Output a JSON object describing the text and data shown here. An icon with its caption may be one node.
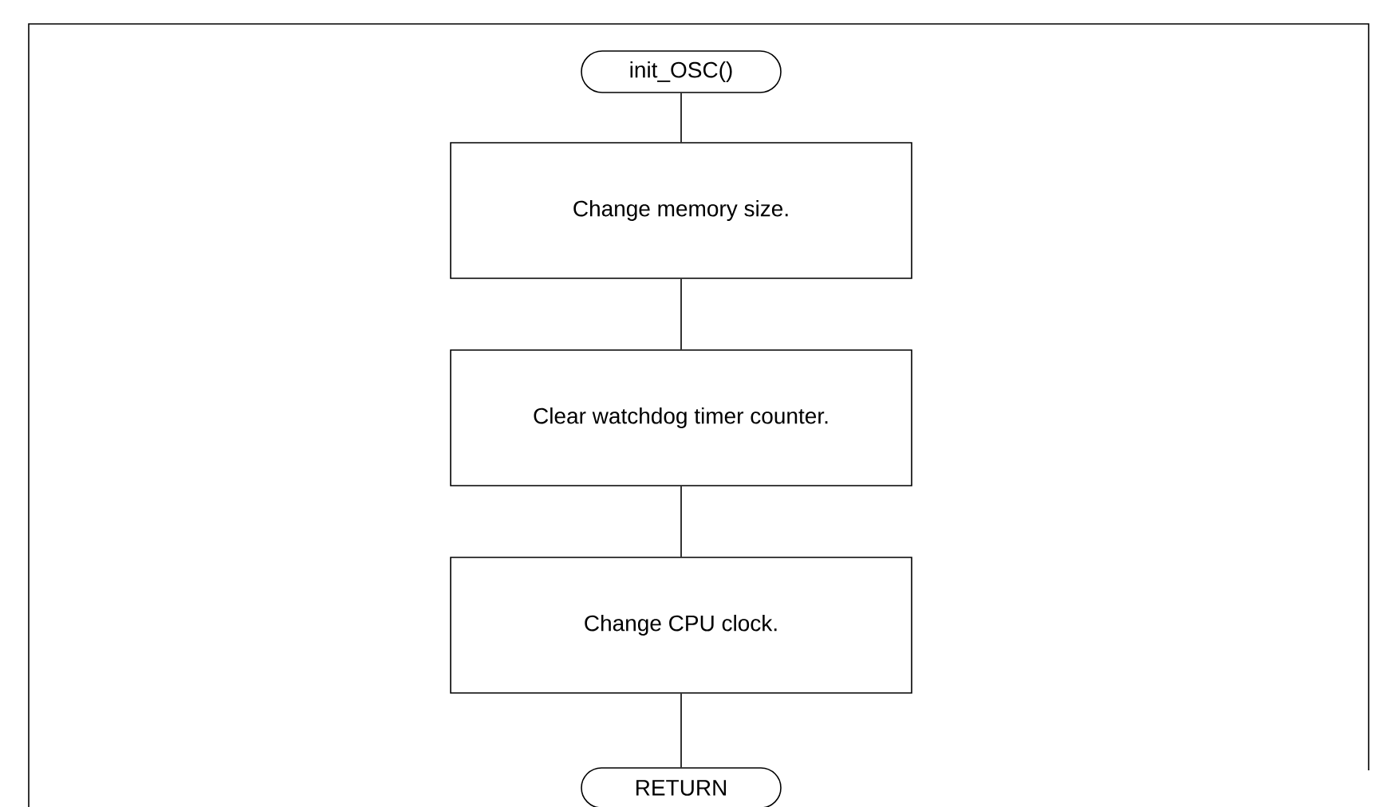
{
  "diagram": {
    "nodes": [
      {
        "text": [
          "init_OSC()"
        ]
      },
      {
        "text": [
          "Change memory size."
        ]
      },
      {
        "text": [
          "Clear watchdog timer counter."
        ]
      },
      {
        "text": [
          "Change CPU clock."
        ]
      },
      {
        "text": [
          "RETURN"
        ]
      }
    ],
    "edges": [
      {
        "from": 0,
        "to": 1,
        "arrow": "none"
      },
      {
        "from": 1,
        "to": 2,
        "arrow": "none"
      },
      {
        "from": 2,
        "to": 3,
        "arrow": "none"
      },
      {
        "from": 3,
        "to": 4,
        "arrow": "none"
      }
    ]
  }
}
